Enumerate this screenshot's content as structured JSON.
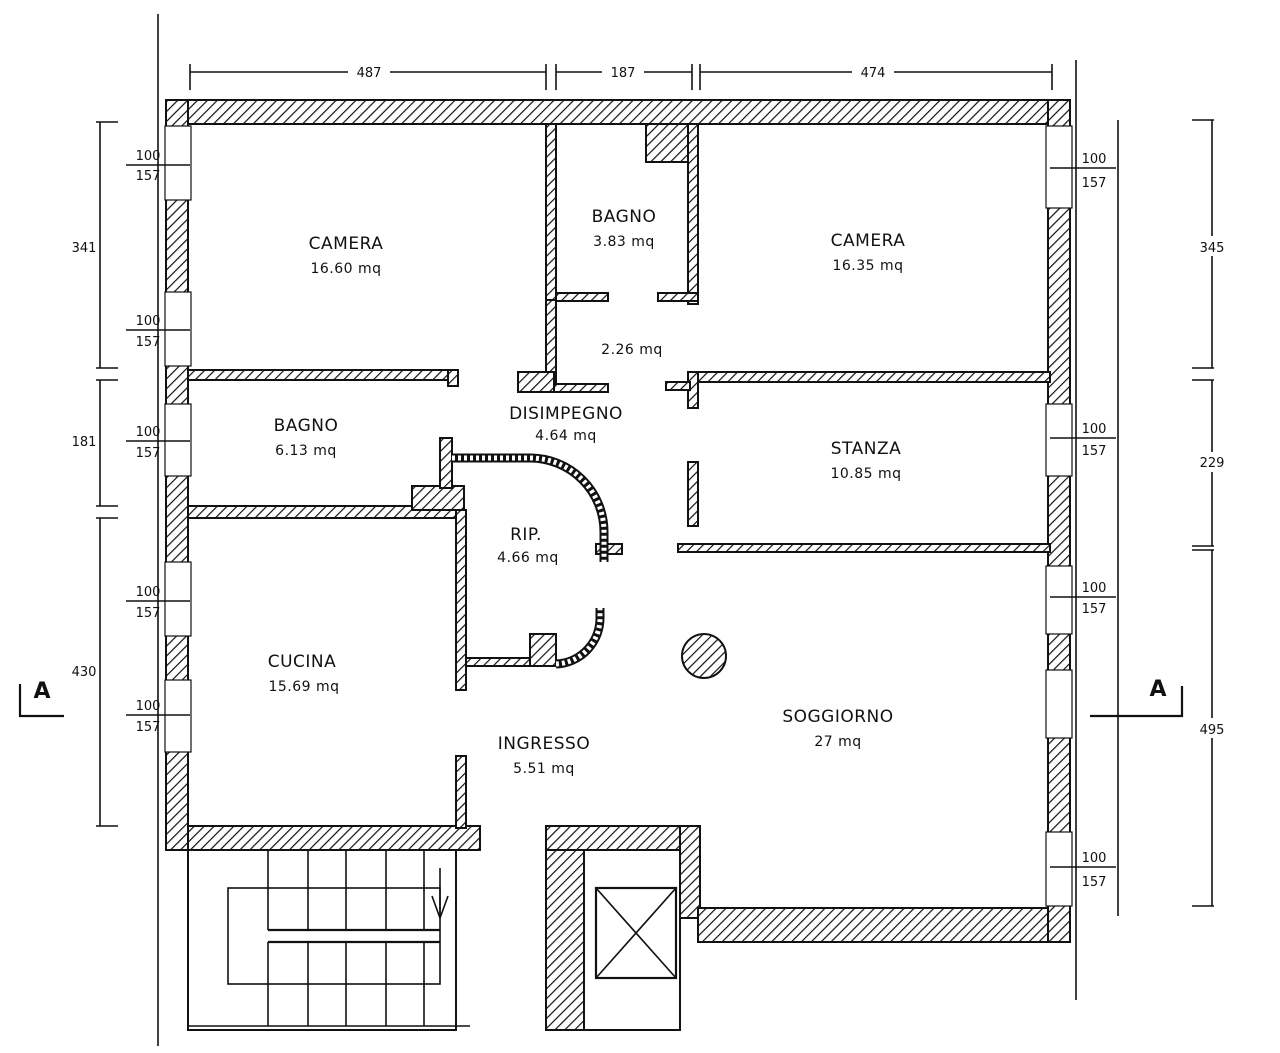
{
  "rooms": {
    "camera_left": {
      "name": "CAMERA",
      "area": "16.60 mq"
    },
    "bagno_top": {
      "name": "BAGNO",
      "area": "3.83 mq"
    },
    "camera_right": {
      "name": "CAMERA",
      "area": "16.35 mq"
    },
    "hall_small": {
      "area": "2.26 mq"
    },
    "bagno_left": {
      "name": "BAGNO",
      "area": "6.13 mq"
    },
    "disimpegno": {
      "name": "DISIMPEGNO",
      "area": "4.64 mq"
    },
    "stanza": {
      "name": "STANZA",
      "area": "10.85 mq"
    },
    "rip": {
      "name": "RIP.",
      "area": "4.66 mq"
    },
    "cucina": {
      "name": "CUCINA",
      "area": "15.69 mq"
    },
    "ingresso": {
      "name": "INGRESSO",
      "area": "5.51 mq"
    },
    "soggiorno": {
      "name": "SOGGIORNO",
      "area": "27 mq"
    }
  },
  "dimensions": {
    "top": [
      "487",
      "187",
      "474"
    ],
    "left": [
      "341",
      "181",
      "430"
    ],
    "right": [
      "345",
      "229",
      "495"
    ]
  },
  "window_spec": {
    "top": "100",
    "bottom": "157"
  },
  "section_marks": {
    "left": "A",
    "right": "A"
  }
}
